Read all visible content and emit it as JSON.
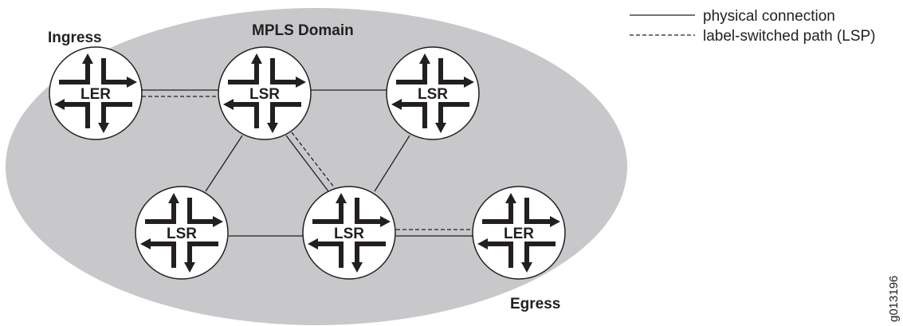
{
  "labels": {
    "ingress": "Ingress",
    "egress": "Egress",
    "domain": "MPLS Domain"
  },
  "legend": {
    "physical": "physical connection",
    "lsp": "label-switched path (LSP)"
  },
  "figure_id": "g013196",
  "routers": [
    {
      "id": "ingress-ler",
      "label": "LER"
    },
    {
      "id": "lsr-top-middle",
      "label": "LSR"
    },
    {
      "id": "lsr-top-right",
      "label": "LSR"
    },
    {
      "id": "lsr-bottom-left",
      "label": "LSR"
    },
    {
      "id": "lsr-bottom-middle",
      "label": "LSR"
    },
    {
      "id": "egress-ler",
      "label": "LER"
    }
  ],
  "colors": {
    "domain_fill": "#c8c8ca",
    "router_fill": "#ffffff",
    "stroke": "#231f20"
  },
  "icons": [
    "router-icon"
  ]
}
